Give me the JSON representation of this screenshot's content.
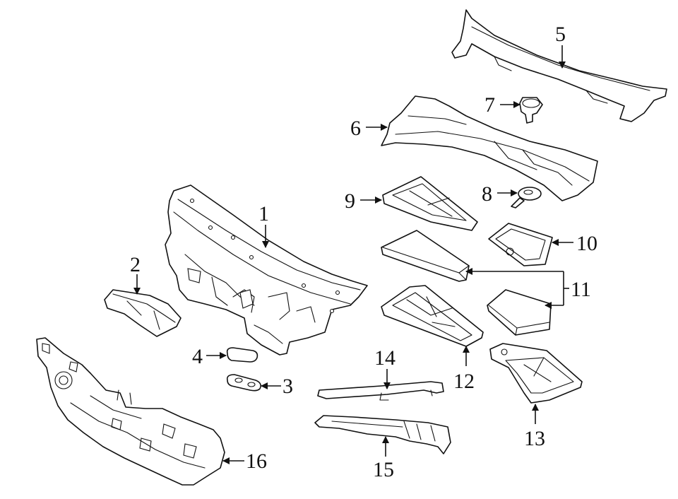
{
  "highlight_color": "#a9d3f0",
  "callouts": [
    {
      "id": "c1",
      "label": "1"
    },
    {
      "id": "c2",
      "label": "2"
    },
    {
      "id": "c3",
      "label": "3"
    },
    {
      "id": "c4",
      "label": "4"
    },
    {
      "id": "c5",
      "label": "5"
    },
    {
      "id": "c6",
      "label": "6"
    },
    {
      "id": "c7",
      "label": "7"
    },
    {
      "id": "c8",
      "label": "8"
    },
    {
      "id": "c9",
      "label": "9"
    },
    {
      "id": "c10",
      "label": "10"
    },
    {
      "id": "c11",
      "label": "11"
    },
    {
      "id": "c12",
      "label": "12"
    },
    {
      "id": "c13",
      "label": "13"
    },
    {
      "id": "c14",
      "label": "14"
    },
    {
      "id": "c15",
      "label": "15"
    },
    {
      "id": "c16",
      "label": "16"
    }
  ]
}
